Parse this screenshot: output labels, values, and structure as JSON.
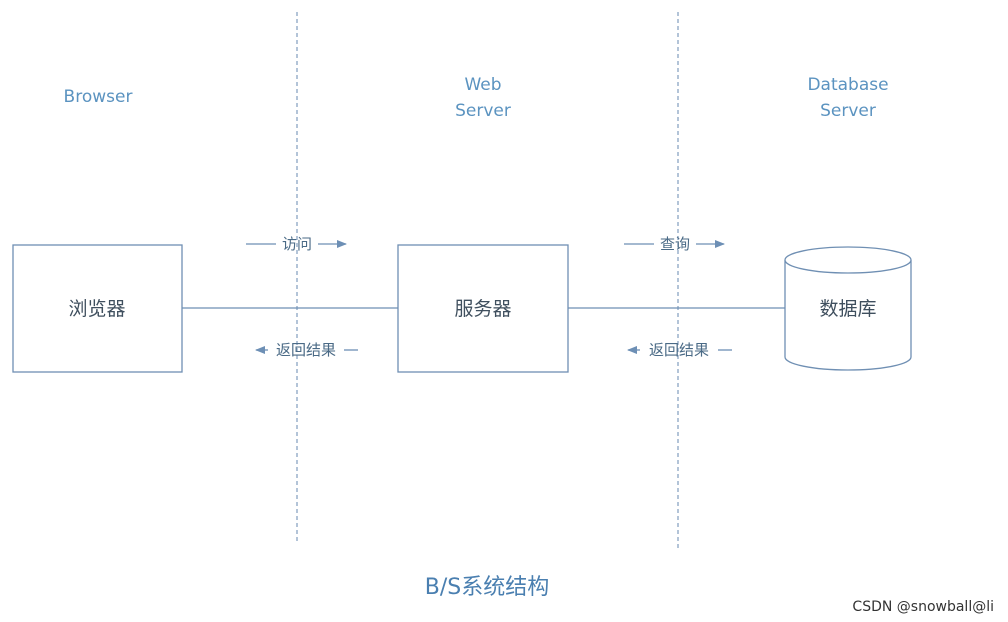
{
  "tiers": {
    "browser": "Browser",
    "web_server": [
      "Web",
      "Server"
    ],
    "database_server": [
      "Database",
      "Server"
    ]
  },
  "nodes": {
    "browser": "浏览器",
    "server": "服务器",
    "database": "数据库"
  },
  "flows": {
    "browser_to_server": "访问",
    "server_to_browser": "返回结果",
    "server_to_database": "查询",
    "database_to_server": "返回结果"
  },
  "title": "B/S系统结构",
  "watermark": "CSDN @snowball@li",
  "colors": {
    "box_border": "#6f8fb3",
    "line": "#6d8fb5",
    "divider": "#8aa4c2",
    "tier_text": "#5b93c0",
    "title_text": "#4a7fb0"
  }
}
